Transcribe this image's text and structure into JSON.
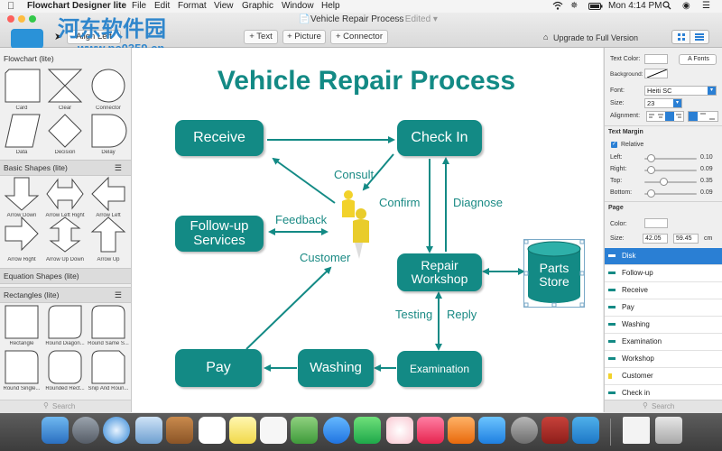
{
  "menubar": {
    "app_name": "Flowchart Designer lite",
    "items": [
      "File",
      "Edit",
      "Format",
      "View",
      "Graphic",
      "Window",
      "Help"
    ],
    "clock": "Mon 4:14 PM"
  },
  "watermark": {
    "line1": "河东软件园",
    "line2": "www.pc0359.cn"
  },
  "window": {
    "title": "Vehicle Repair Process",
    "edited": "— Edited ▾"
  },
  "toolbar": {
    "align_left": "Align Left",
    "add_text": "+ Text",
    "add_picture": "+ Picture",
    "add_connector": "+ Connector",
    "upgrade": "Upgrade to Full Version"
  },
  "library": {
    "flowchart_header": "Flowchart (lite)",
    "flowchart_items": [
      "Card",
      "Clear",
      "Connector",
      "Data",
      "Decision",
      "Delay"
    ],
    "basic_header": "Basic Shapes (lite)",
    "basic_items": [
      "Arrow Down",
      "Arrow Left Right",
      "Arrow Left",
      "Arrow Right",
      "Arrow Up Down",
      "Arrow Up"
    ],
    "equation_header": "Equation Shapes (lite)",
    "rect_header": "Rectangles (lite)",
    "rect_items": [
      "Rectangle",
      "Round Diagon...",
      "Round Same S...",
      "Round Single...",
      "Rounded Rect...",
      "Snip And Roun..."
    ],
    "search_placeholder": "Search"
  },
  "diagram": {
    "title": "Vehicle Repair Process",
    "nodes": {
      "receive": "Receive",
      "checkin": "Check In",
      "followup": "Follow-up Services",
      "repair": "Repair Workshop",
      "parts": "Parts Store",
      "pay": "Pay",
      "washing": "Washing",
      "examination": "Examination"
    },
    "labels": {
      "consult": "Consult",
      "confirm": "Confirm",
      "diagnose": "Diagnose",
      "feedback": "Feedback",
      "customer": "Customer",
      "testing": "Testing",
      "reply": "Reply"
    },
    "colors": {
      "teal": "#138a85",
      "title": "#138a85",
      "customer": "#f2d22a"
    }
  },
  "inspector": {
    "text_color_label": "Text Color:",
    "fonts_button": "A Fonts",
    "background_label": "Background:",
    "font_label": "Font:",
    "font_value": "Heiti SC",
    "size_label": "Size:",
    "size_value": "23",
    "alignment_label": "Alignment:",
    "text_margin_header": "Text Margin",
    "relative_label": "Relative",
    "left_label": "Left:",
    "left_value": "0.10",
    "right_label": "Right:",
    "right_value": "0.09",
    "top_label": "Top:",
    "top_value": "0.35",
    "bottom_label": "Bottom:",
    "bottom_value": "0.09",
    "page_header": "Page",
    "color_label": "Color:",
    "page_size_label": "Size:",
    "page_width": "42.05",
    "page_height": "59.45",
    "page_unit": "cm",
    "layers": [
      "Disk",
      "Follow-up",
      "Receive",
      "Pay",
      "Washing",
      "Examination",
      "Workshop",
      "Customer",
      "Check in"
    ],
    "search_placeholder": "Search"
  }
}
